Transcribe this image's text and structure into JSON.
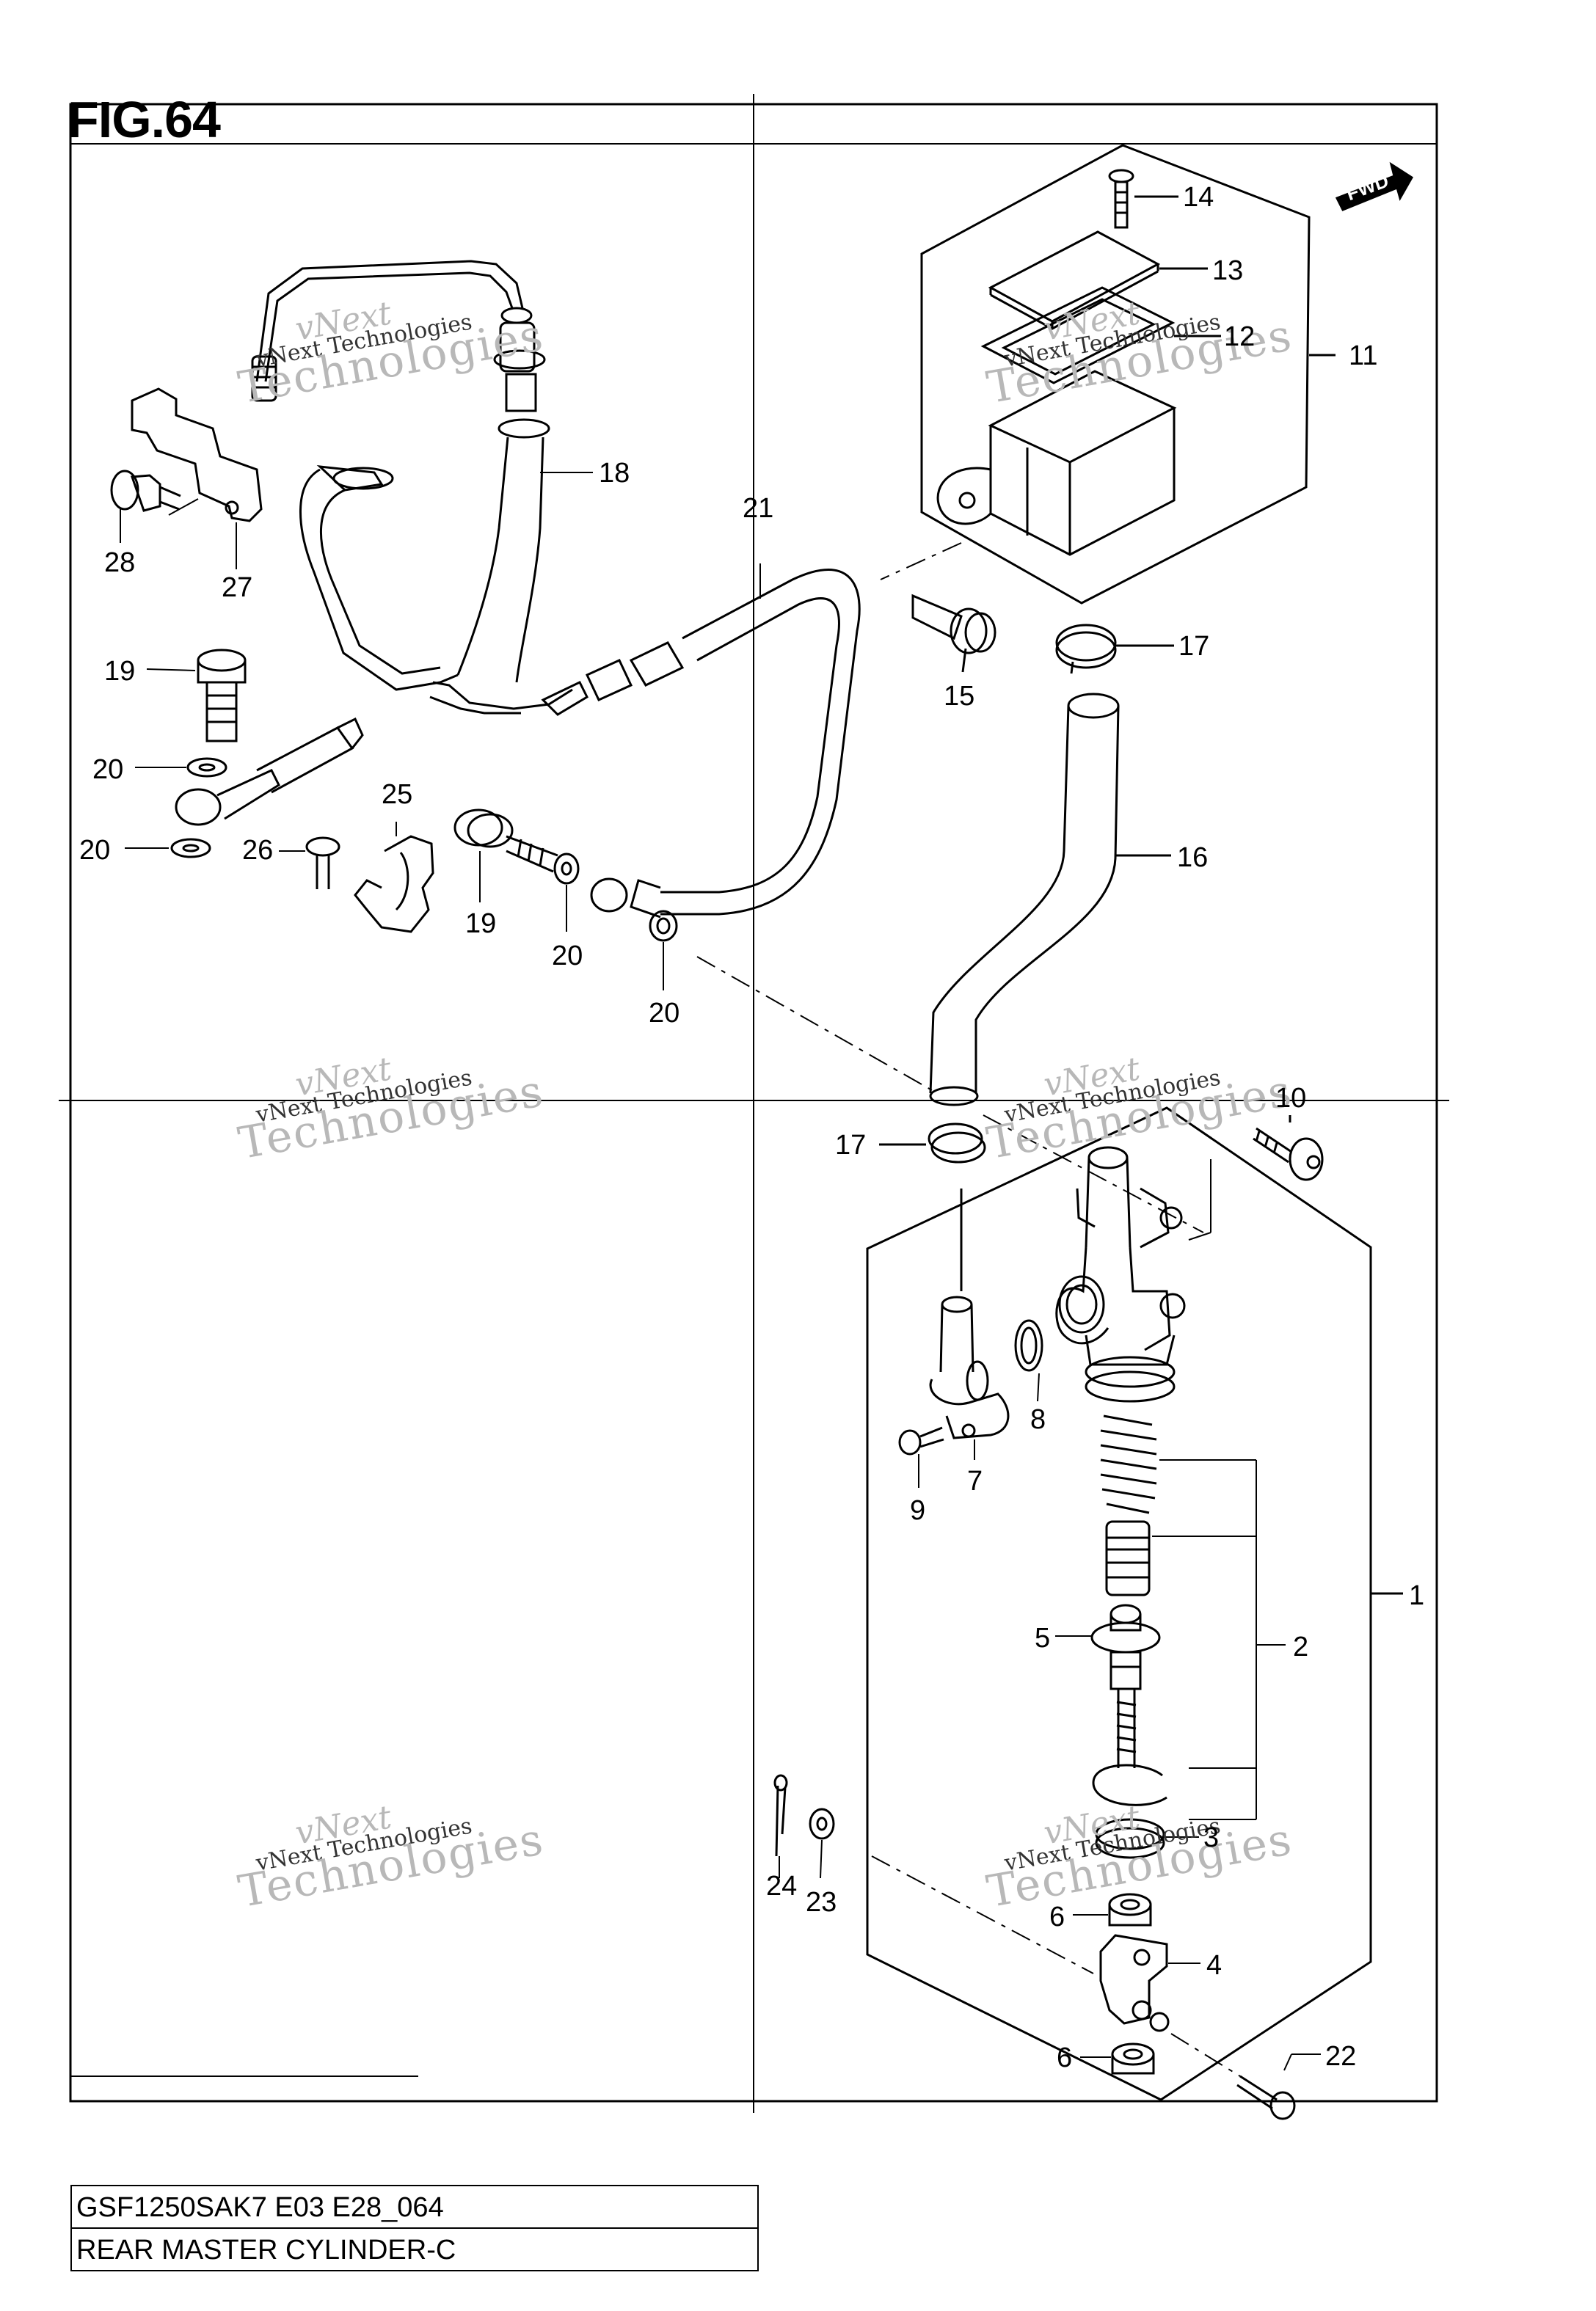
{
  "figure": {
    "title": "FIG.64",
    "fwd_label": "FWD",
    "callouts": {
      "c1": "1",
      "c2": "2",
      "c3": "3",
      "c4": "4",
      "c5": "5",
      "c6a": "6",
      "c6b": "6",
      "c7": "7",
      "c8": "8",
      "c9": "9",
      "c10": "10",
      "c11": "11",
      "c12": "12",
      "c13": "13",
      "c14": "14",
      "c15": "15",
      "c16": "16",
      "c17a": "17",
      "c17b": "17",
      "c18": "18",
      "c19a": "19",
      "c19b": "19",
      "c20a": "20",
      "c20b": "20",
      "c20c": "20",
      "c20d": "20",
      "c21": "21",
      "c22": "22",
      "c23": "23",
      "c24": "24",
      "c25": "25",
      "c26": "26",
      "c27": "27",
      "c28": "28"
    }
  },
  "watermark": {
    "line1": "vNext",
    "line2": "vNext Technologies",
    "line3": "Technologies"
  },
  "info": {
    "model_code": "GSF1250SAK7 E03 E28_064",
    "part_title": "REAR MASTER CYLINDER-C"
  }
}
